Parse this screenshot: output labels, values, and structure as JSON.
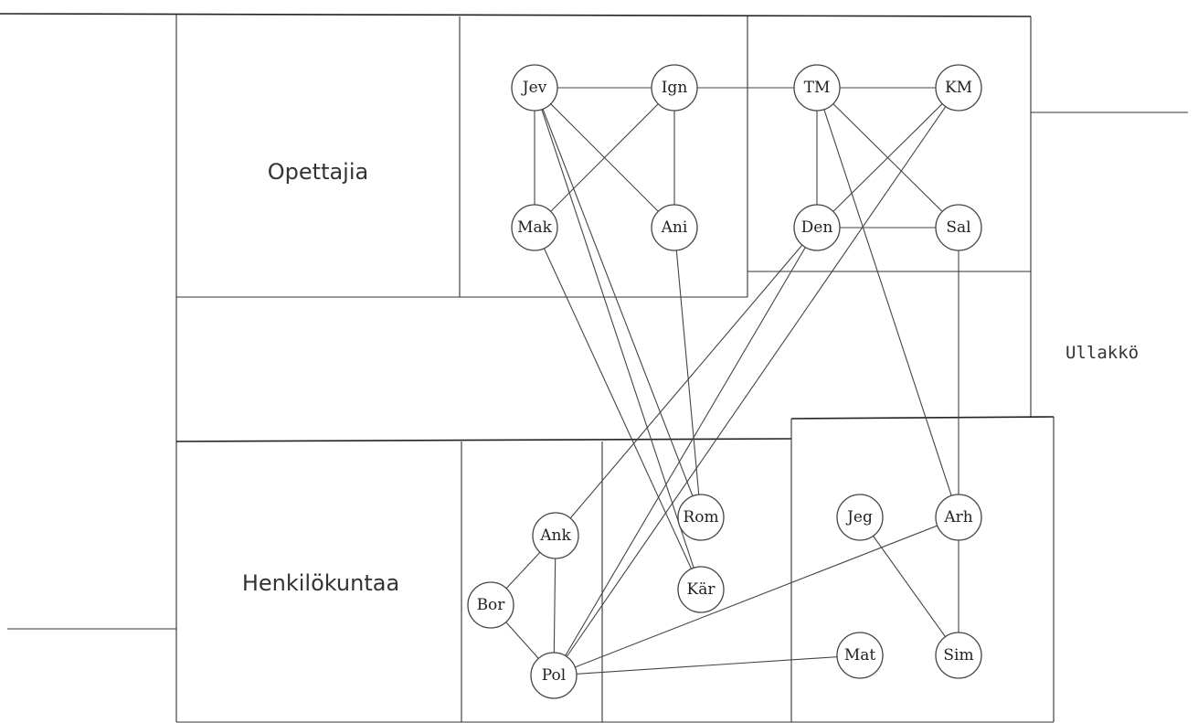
{
  "regions": {
    "teachers": "Opettajia",
    "staff": "Henkilökuntaa",
    "attic": "Ullakkö"
  },
  "nodes": [
    {
      "id": "Jev",
      "label": "Jev"
    },
    {
      "id": "Ign",
      "label": "Ign"
    },
    {
      "id": "TM",
      "label": "TM"
    },
    {
      "id": "KM",
      "label": "KM"
    },
    {
      "id": "Mak",
      "label": "Mak"
    },
    {
      "id": "Ani",
      "label": "Ani"
    },
    {
      "id": "Den",
      "label": "Den"
    },
    {
      "id": "Sal",
      "label": "Sal"
    },
    {
      "id": "Rom",
      "label": "Rom"
    },
    {
      "id": "Ank",
      "label": "Ank"
    },
    {
      "id": "Kar",
      "label": "Kär"
    },
    {
      "id": "Bor",
      "label": "Bor"
    },
    {
      "id": "Pol",
      "label": "Pol"
    },
    {
      "id": "Jeg",
      "label": "Jeg"
    },
    {
      "id": "Arh",
      "label": "Arh"
    },
    {
      "id": "Mat",
      "label": "Mat"
    },
    {
      "id": "Sim",
      "label": "Sim"
    }
  ],
  "edges": [
    [
      "Jev",
      "Ign"
    ],
    [
      "Ign",
      "TM"
    ],
    [
      "TM",
      "KM"
    ],
    [
      "Jev",
      "Mak"
    ],
    [
      "Jev",
      "Ani"
    ],
    [
      "Jev",
      "Rom"
    ],
    [
      "Jev",
      "Kar"
    ],
    [
      "Ign",
      "Mak"
    ],
    [
      "Ign",
      "Ani"
    ],
    [
      "Mak",
      "Kar"
    ],
    [
      "Ani",
      "Rom"
    ],
    [
      "TM",
      "Den"
    ],
    [
      "TM",
      "Sal"
    ],
    [
      "TM",
      "Arh"
    ],
    [
      "KM",
      "Den"
    ],
    [
      "KM",
      "Pol"
    ],
    [
      "Den",
      "Sal"
    ],
    [
      "Den",
      "Ank"
    ],
    [
      "Den",
      "Pol"
    ],
    [
      "Sal",
      "Arh"
    ],
    [
      "Ank",
      "Bor"
    ],
    [
      "Ank",
      "Pol"
    ],
    [
      "Bor",
      "Pol"
    ],
    [
      "Pol",
      "Arh"
    ],
    [
      "Pol",
      "Mat"
    ],
    [
      "Jeg",
      "Sim"
    ],
    [
      "Arh",
      "Sim"
    ]
  ]
}
